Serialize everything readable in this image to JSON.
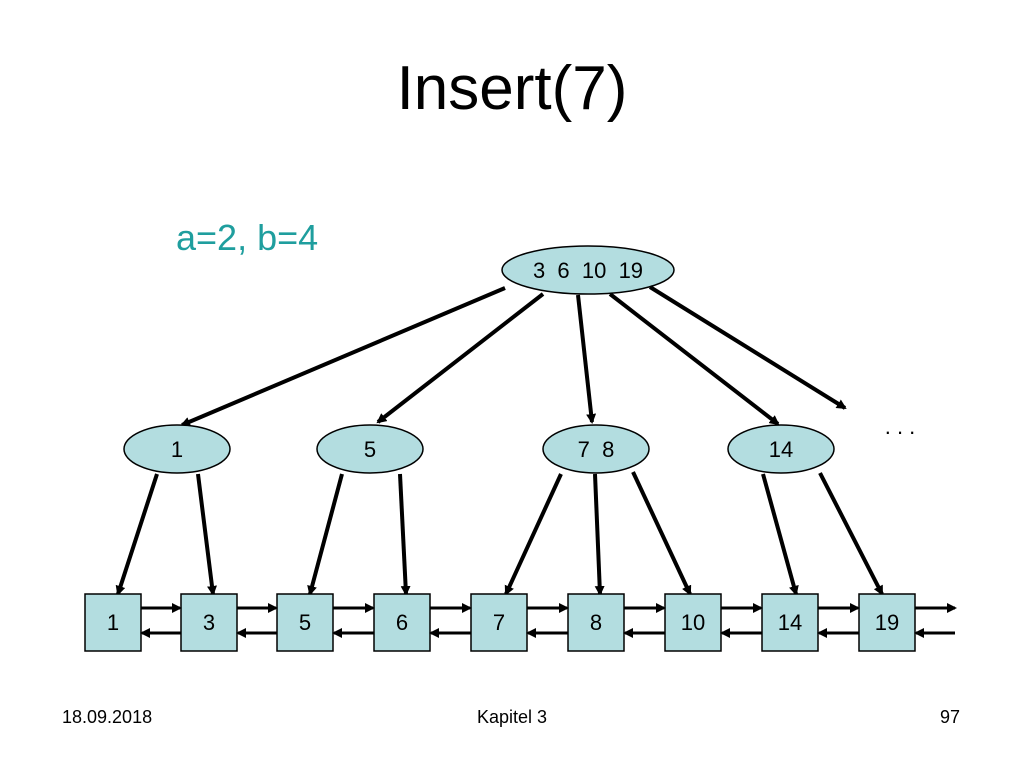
{
  "slide": {
    "title": "Insert(7)",
    "params": "a=2, b=4",
    "ellipsis": ". . .",
    "footer": {
      "date": "18.09.2018",
      "chapter": "Kapitel 3",
      "page": "97"
    }
  },
  "colors": {
    "node_fill": "#b3dde0",
    "params_color": "#1f9e9e",
    "stroke": "#000000"
  },
  "tree": {
    "root": {
      "label": "3  6  10  19"
    },
    "inner": [
      {
        "label": "1"
      },
      {
        "label": "5"
      },
      {
        "label": "7  8"
      },
      {
        "label": "14"
      }
    ],
    "leaves": [
      "1",
      "3",
      "5",
      "6",
      "7",
      "8",
      "10",
      "14",
      "19"
    ]
  }
}
